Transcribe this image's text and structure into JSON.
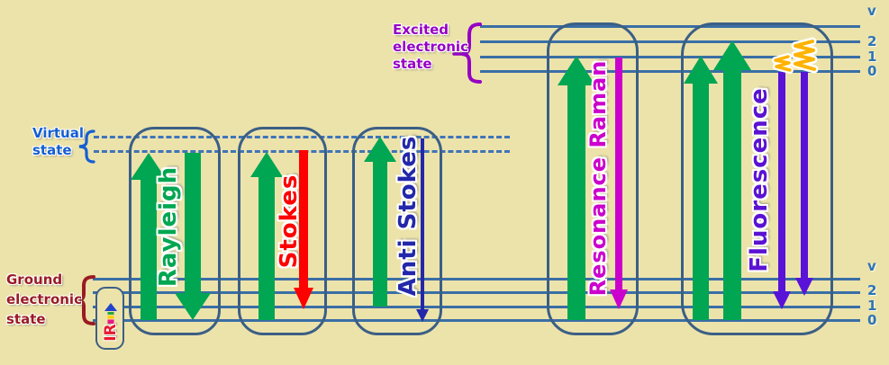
{
  "canvas": {
    "background_color": "#ece3ab",
    "level_line_color": "#3a6ea5",
    "virtual_line_color": "#3f74b8",
    "group_box_border_color": "#3b5f85"
  },
  "states": {
    "excited": {
      "lines": [
        "Excited",
        "electronic",
        "state"
      ],
      "color": "#9500c4"
    },
    "virtual": {
      "lines": [
        "Virtual",
        "state"
      ],
      "color": "#145fd2"
    },
    "ground": {
      "lines": [
        "Ground",
        "electronic",
        "state"
      ],
      "color": "#9a1b22"
    }
  },
  "levels": {
    "label_color": "#2e74b5",
    "excited": [
      "v",
      "2",
      "1",
      "0"
    ],
    "ground": [
      "v",
      "2",
      "1",
      "0"
    ]
  },
  "ir": {
    "label": "IR",
    "color": "#e8192c"
  },
  "processes": [
    {
      "label": "Rayleigh",
      "label_color": "#00a651",
      "up_arrow": {
        "color": "#00a651",
        "from": "ground v=0",
        "to": "virtual state"
      },
      "down_arrow": {
        "color": "#00a651",
        "from": "virtual state",
        "to": "ground v=0"
      }
    },
    {
      "label": "Stokes",
      "label_color": "#fe0000",
      "up_arrow": {
        "color": "#00a651",
        "from": "ground v=0",
        "to": "virtual state"
      },
      "down_arrow": {
        "color": "#fe0000",
        "from": "virtual state",
        "to": "ground v=1"
      }
    },
    {
      "label": "Anti Stokes",
      "label_color": "#2328aa",
      "up_arrow": {
        "color": "#00a651",
        "from": "ground v=1",
        "to": "virtual state"
      },
      "down_arrow": {
        "color": "#2328aa",
        "from": "virtual state",
        "to": "ground v=0"
      }
    },
    {
      "label": "Resonance Raman",
      "label_color": "#cc00cc",
      "up_arrow": {
        "color": "#00a651",
        "from": "ground v=0",
        "to": "excited v=1"
      },
      "down_arrow": {
        "color": "#cc00cc",
        "from": "excited v=1",
        "to": "ground v=1"
      }
    },
    {
      "label": "Fluorescence",
      "label_color": "#5b12d2",
      "up_arrows": [
        {
          "color": "#00a651",
          "from": "ground v=0",
          "to": "excited v=1"
        },
        {
          "color": "#00a651",
          "from": "ground v=0",
          "to": "excited v=2"
        }
      ],
      "down_arrows": [
        {
          "color": "#5812d8",
          "from": "excited v=0",
          "to": "ground v=1"
        },
        {
          "color": "#5812d8",
          "from": "excited v=0",
          "to": "ground v=2"
        }
      ],
      "vibrational_relaxation_color": "#ffb300"
    }
  ]
}
